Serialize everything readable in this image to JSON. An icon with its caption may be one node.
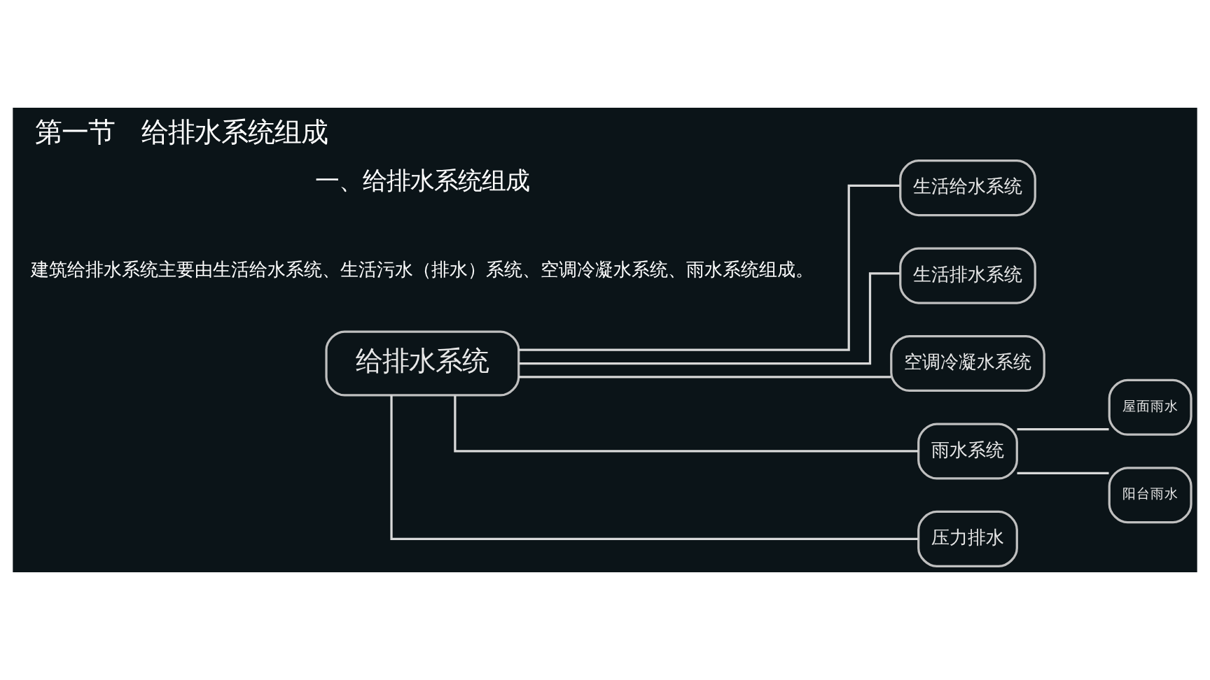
{
  "diagram": {
    "title": "第一节　给排水系统组成",
    "nodes": [
      {
        "text": [
          "给排水系统"
        ]
      },
      {
        "text": [
          "生活给水系统"
        ]
      },
      {
        "text": [
          "生活排水系统"
        ]
      },
      {
        "text": [
          "空调冷凝水系统"
        ]
      },
      {
        "text": [
          "雨水系统"
        ]
      },
      {
        "text": [
          "屋面雨水"
        ]
      },
      {
        "text": [
          "阳台雨水"
        ]
      },
      {
        "text": [
          "压力排水"
        ]
      }
    ],
    "edges": [
      {
        "from": 0,
        "to": 1,
        "arrow": "none"
      },
      {
        "from": 0,
        "to": 2,
        "arrow": "none"
      },
      {
        "from": 0,
        "to": 3,
        "arrow": "none"
      },
      {
        "from": 0,
        "to": 4,
        "arrow": "none"
      },
      {
        "from": 4,
        "to": 5,
        "arrow": "none"
      },
      {
        "from": 4,
        "to": 6,
        "arrow": "none"
      },
      {
        "from": 0,
        "to": 7,
        "arrow": "none"
      }
    ],
    "labels": [
      "一、给排水系统组成",
      "建筑给排水系统主要由生活给水系统、生活污水（排水）系统、空调冷凝水系统、雨水系统组成。"
    ]
  }
}
